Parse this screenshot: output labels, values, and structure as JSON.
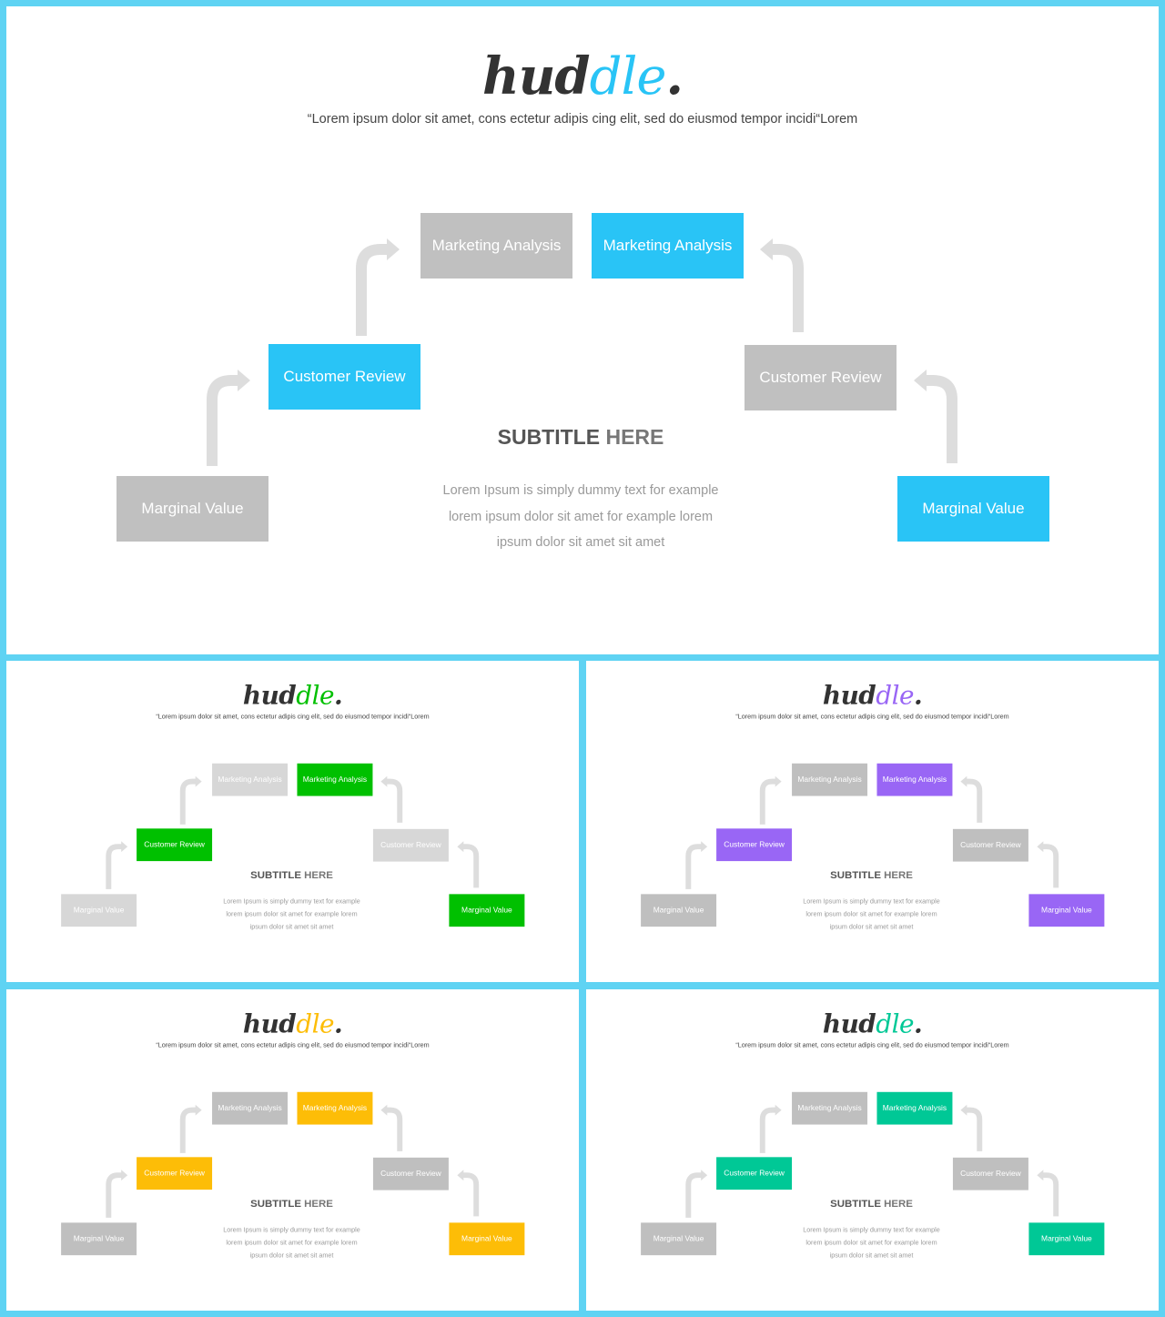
{
  "slides": [
    {
      "accent": "#29c4f6",
      "neutral": "#c0c0c0"
    },
    {
      "accent": "#00c000",
      "neutral": "#d7d7d7"
    },
    {
      "accent": "#9966f5",
      "neutral": "#bfbfbf"
    },
    {
      "accent": "#fdbd07",
      "neutral": "#bfbfbf"
    },
    {
      "accent": "#00c896",
      "neutral": "#bfbfbf"
    }
  ],
  "content": {
    "logo_main": "hud",
    "logo_accent": "dle",
    "logo_dot": ".",
    "tagline": "“Lorem ipsum dolor sit amet, cons ectetur adipis cing elit, sed do eiusmod tempor incidi“Lorem",
    "box_marketing": "Marketing Analysis",
    "box_customer": "Customer Review",
    "box_marginal": "Marginal Value",
    "subtitle_a": "SUBTITLE",
    "subtitle_b": "HERE",
    "body_lines": [
      "Lorem Ipsum is simply dummy text for example",
      "lorem ipsum dolor sit amet for example lorem",
      "ipsum dolor sit amet sit amet"
    ]
  }
}
